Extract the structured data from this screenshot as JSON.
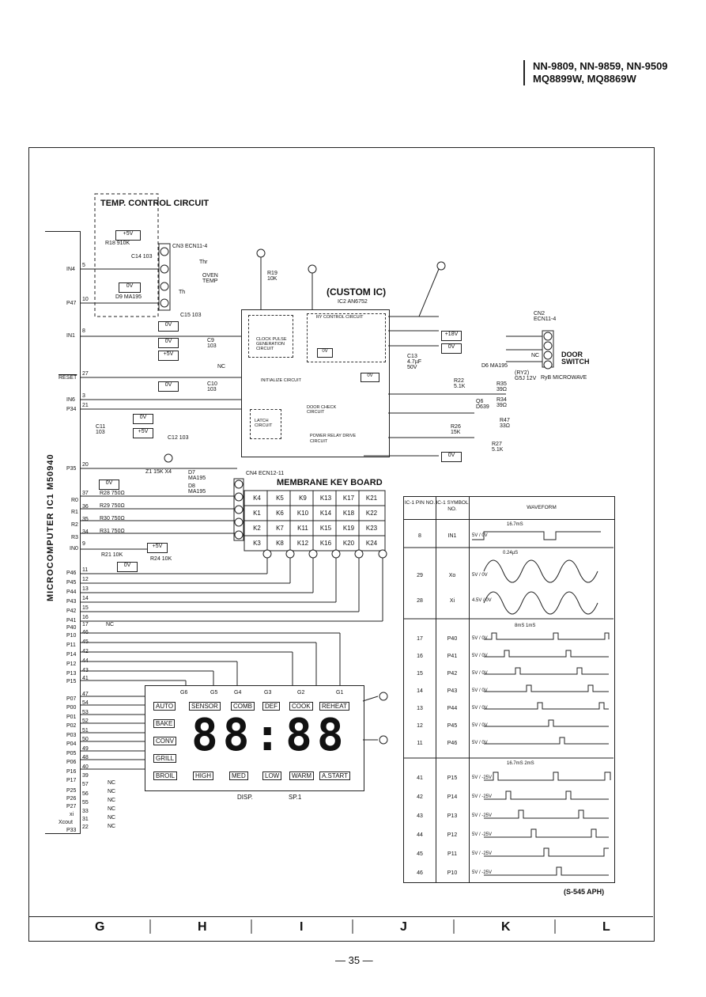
{
  "header": {
    "models_line1": "NN-9809, NN-9859, NN-9509",
    "models_line2": "MQ8899W, MQ8869W"
  },
  "page": {
    "number": "— 35 —",
    "ref_note": "(S-545 APH)"
  },
  "columns": [
    "G",
    "H",
    "I",
    "J",
    "K",
    "L"
  ],
  "blocks": {
    "temp_control": "TEMP. CONTROL CIRCUIT",
    "custom_ic": "(CUSTOM IC)",
    "ic2_part": "IC2  AN6752",
    "membrane": "MEMBRANE KEY BOARD",
    "mcu": "MICROCOMPUTER IC1  M50940",
    "door_switch": "DOOR SWITCH",
    "ryb": "RyB MICROWAVE",
    "cn3": "CN3  ECN11-4",
    "cn2": "CN2  ECN11-4",
    "cn4": "CN4  ECN12-11",
    "disp": "DISP.",
    "sp1": "SP.1",
    "ry_control": "RY CONTROL CIRCUIT",
    "clock_pulse": "CLOCK PULSE GENERATION CIRCUIT",
    "initialize": "INITIALIZE CIRCUIT",
    "door_check": "DOOR CHECK CIRCUIT",
    "latch": "LATCH CIRCUIT",
    "power_relay": "POWER RELAY DRIVE CIRCUIT",
    "oven_temp": "OVEN TEMP",
    "thr": "Thr",
    "th": "Th"
  },
  "mcu_pins": [
    {
      "name": "IN4",
      "num": "5"
    },
    {
      "name": "P47",
      "num": "10"
    },
    {
      "name": "IN1",
      "num": "8"
    },
    {
      "name": "RESET",
      "num": "27"
    },
    {
      "name": "IN6",
      "num": "3"
    },
    {
      "name": "P34",
      "num": "21"
    },
    {
      "name": "P35",
      "num": "20"
    },
    {
      "name": "R0",
      "num": "37"
    },
    {
      "name": "R1",
      "num": "36"
    },
    {
      "name": "R2",
      "num": "35"
    },
    {
      "name": "R3",
      "num": "34"
    },
    {
      "name": "IN0",
      "num": "9"
    },
    {
      "name": "P46",
      "num": "11"
    },
    {
      "name": "P45",
      "num": "12"
    },
    {
      "name": "P44",
      "num": "13"
    },
    {
      "name": "P43",
      "num": "14"
    },
    {
      "name": "P42",
      "num": "15"
    },
    {
      "name": "P41",
      "num": "16"
    },
    {
      "name": "P40",
      "num": "17"
    },
    {
      "name": "P10",
      "num": "46"
    },
    {
      "name": "P11",
      "num": "45"
    },
    {
      "name": "P14",
      "num": "42"
    },
    {
      "name": "P12",
      "num": "44"
    },
    {
      "name": "P13",
      "num": "43"
    },
    {
      "name": "P15",
      "num": "41"
    },
    {
      "name": "P07",
      "num": "47"
    },
    {
      "name": "P00",
      "num": "54"
    },
    {
      "name": "P01",
      "num": "53"
    },
    {
      "name": "P02",
      "num": "52"
    },
    {
      "name": "P03",
      "num": "51"
    },
    {
      "name": "P04",
      "num": "50"
    },
    {
      "name": "P05",
      "num": "49"
    },
    {
      "name": "P06",
      "num": "48"
    },
    {
      "name": "P16",
      "num": "40"
    },
    {
      "name": "P17",
      "num": "39"
    },
    {
      "name": "P25",
      "num": "57"
    },
    {
      "name": "P26",
      "num": "56"
    },
    {
      "name": "P27",
      "num": "55"
    },
    {
      "name": "xi",
      "num": "33"
    },
    {
      "name": "Xcout",
      "num": "31"
    },
    {
      "name": "P33",
      "num": "22"
    }
  ],
  "components": {
    "r18": "R18 910K",
    "c14": "C14 103",
    "d9": "D9 MA195",
    "r19": "R19 10K",
    "c15": "C15 103",
    "c9": "C9 103",
    "c10": "C10 103",
    "c11": "C11 103",
    "c12": "C12 103",
    "c13": "C13 4.7µF 50V",
    "r22": "R22 5.1K",
    "r35": "R35 39Ω",
    "r34": "R34 39Ω",
    "d6": "D6 MA195",
    "ry2": "(RY2) G5J 12V",
    "q6": "Q6 D639",
    "r47": "R47 33Ω",
    "r26": "R26 15K",
    "r27": "R27 5.1K",
    "r28": "R28 750Ω",
    "r29": "R29 750Ω",
    "r30": "R30 750Ω",
    "r31": "R31 750Ω",
    "r21": "R21 10K",
    "r24": "R24 10K",
    "d7": "D7 MA195",
    "d8": "D8 MA195",
    "z1": "Z1  15K  X4"
  },
  "voltages": {
    "plus5": "+5V",
    "zero": "0V",
    "plus18": "+18V",
    "nc": "NC"
  },
  "keys": [
    [
      "K4",
      "K5",
      "K9",
      "K13",
      "K17",
      "K21"
    ],
    [
      "K1",
      "K6",
      "K10",
      "K14",
      "K18",
      "K22"
    ],
    [
      "K2",
      "K7",
      "K11",
      "K15",
      "K19",
      "K23"
    ],
    [
      "K3",
      "K8",
      "K12",
      "K16",
      "K20",
      "K24"
    ]
  ],
  "display": {
    "top_labels": [
      "SENSOR",
      "COMB",
      "DEF",
      "COOK",
      "REHEAT"
    ],
    "left_labels": [
      "AUTO",
      "BAKE",
      "CONV",
      "GRILL",
      "BROIL"
    ],
    "bottom_labels": [
      "HIGH",
      "MED",
      "LOW",
      "WARM",
      "A.START"
    ],
    "grid_labels": [
      "G6",
      "G5",
      "G4",
      "G3",
      "G2",
      "G1"
    ],
    "digits": "88:88"
  },
  "waveform_table": {
    "headers": [
      "IC-1 PIN NO.",
      "IC-1 SYMBOL NO.",
      "WAVEFORM"
    ],
    "rows": [
      {
        "pin": "8",
        "symbol": "IN1",
        "levels": "5V / 0V",
        "note": "16.7mS"
      },
      {
        "pin": "29",
        "symbol": "Xo",
        "levels": "5V / 0V",
        "note": "0.24µS"
      },
      {
        "pin": "28",
        "symbol": "Xi",
        "levels": "4.5V / 0V",
        "note": ""
      },
      {
        "pin": "17",
        "symbol": "P40",
        "levels": "5V / 0V",
        "note": "8mS   1mS"
      },
      {
        "pin": "16",
        "symbol": "P41",
        "levels": "5V / 0V",
        "note": ""
      },
      {
        "pin": "15",
        "symbol": "P42",
        "levels": "5V / 0V",
        "note": ""
      },
      {
        "pin": "14",
        "symbol": "P43",
        "levels": "5V / 0V",
        "note": ""
      },
      {
        "pin": "13",
        "symbol": "P44",
        "levels": "5V / 0V",
        "note": ""
      },
      {
        "pin": "12",
        "symbol": "P45",
        "levels": "5V / 0V",
        "note": ""
      },
      {
        "pin": "11",
        "symbol": "P46",
        "levels": "5V / 0V",
        "note": ""
      },
      {
        "pin": "41",
        "symbol": "P15",
        "levels": "5V / -25V",
        "note": "16.7mS   2mS"
      },
      {
        "pin": "42",
        "symbol": "P14",
        "levels": "5V / -25V",
        "note": ""
      },
      {
        "pin": "43",
        "symbol": "P13",
        "levels": "5V / -25V",
        "note": ""
      },
      {
        "pin": "44",
        "symbol": "P12",
        "levels": "5V / -25V",
        "note": ""
      },
      {
        "pin": "45",
        "symbol": "P11",
        "levels": "5V / -25V",
        "note": ""
      },
      {
        "pin": "46",
        "symbol": "P10",
        "levels": "5V / -25V",
        "note": ""
      }
    ]
  }
}
